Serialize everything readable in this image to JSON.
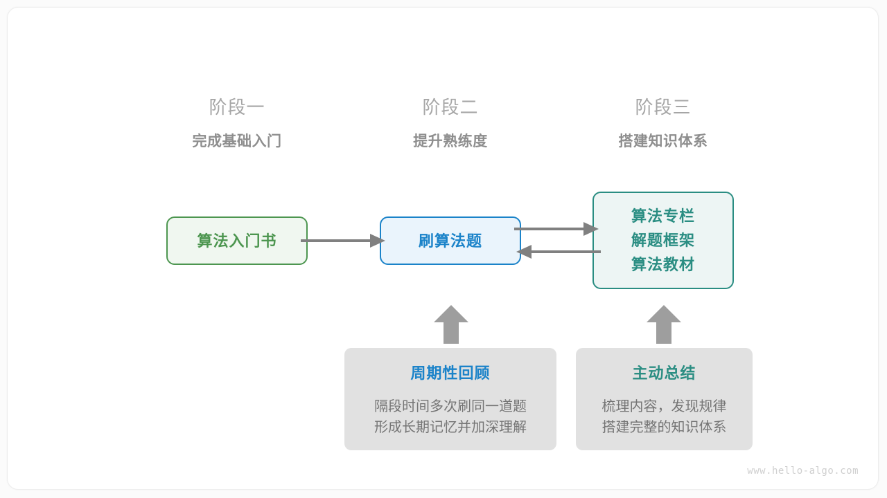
{
  "diagram": {
    "title_watermark": "www.hello-algo.com",
    "arrow_color": "#808080",
    "stages": [
      {
        "name": "阶段一",
        "goal": "完成基础入门"
      },
      {
        "name": "阶段二",
        "goal": "提升熟练度"
      },
      {
        "name": "阶段三",
        "goal": "搭建知识体系"
      }
    ],
    "nodes": [
      {
        "id": "book",
        "lines": [
          "算法入门书"
        ],
        "accent": "#4d9650",
        "fill": "#f0f7f0"
      },
      {
        "id": "practice",
        "lines": [
          "刷算法题"
        ],
        "accent": "#1b83c9",
        "fill": "#eaf4fc"
      },
      {
        "id": "resources",
        "lines": [
          "算法专栏",
          "解题框架",
          "算法教材"
        ],
        "accent": "#2a8d82",
        "fill": "#edf5f4"
      }
    ],
    "notes": [
      {
        "id": "review",
        "title": "周期性回顾",
        "title_color": "#1b83c9",
        "body_lines": [
          "隔段时间多次刷同一道题",
          "形成长期记忆并加深理解"
        ],
        "fill": "#e1e1e1"
      },
      {
        "id": "summary",
        "title": "主动总结",
        "title_color": "#2a8d82",
        "body_lines": [
          "梳理内容，发现规律",
          "搭建完整的知识体系"
        ],
        "fill": "#e1e1e1"
      }
    ],
    "connectors": [
      {
        "id": "book-to-practice",
        "kind": "arrow-right"
      },
      {
        "id": "practice-to-resources",
        "kind": "arrow-right"
      },
      {
        "id": "resources-to-practice",
        "kind": "arrow-left"
      },
      {
        "id": "review-to-practice",
        "kind": "arrow-up"
      },
      {
        "id": "summary-to-resources",
        "kind": "arrow-up"
      }
    ]
  }
}
